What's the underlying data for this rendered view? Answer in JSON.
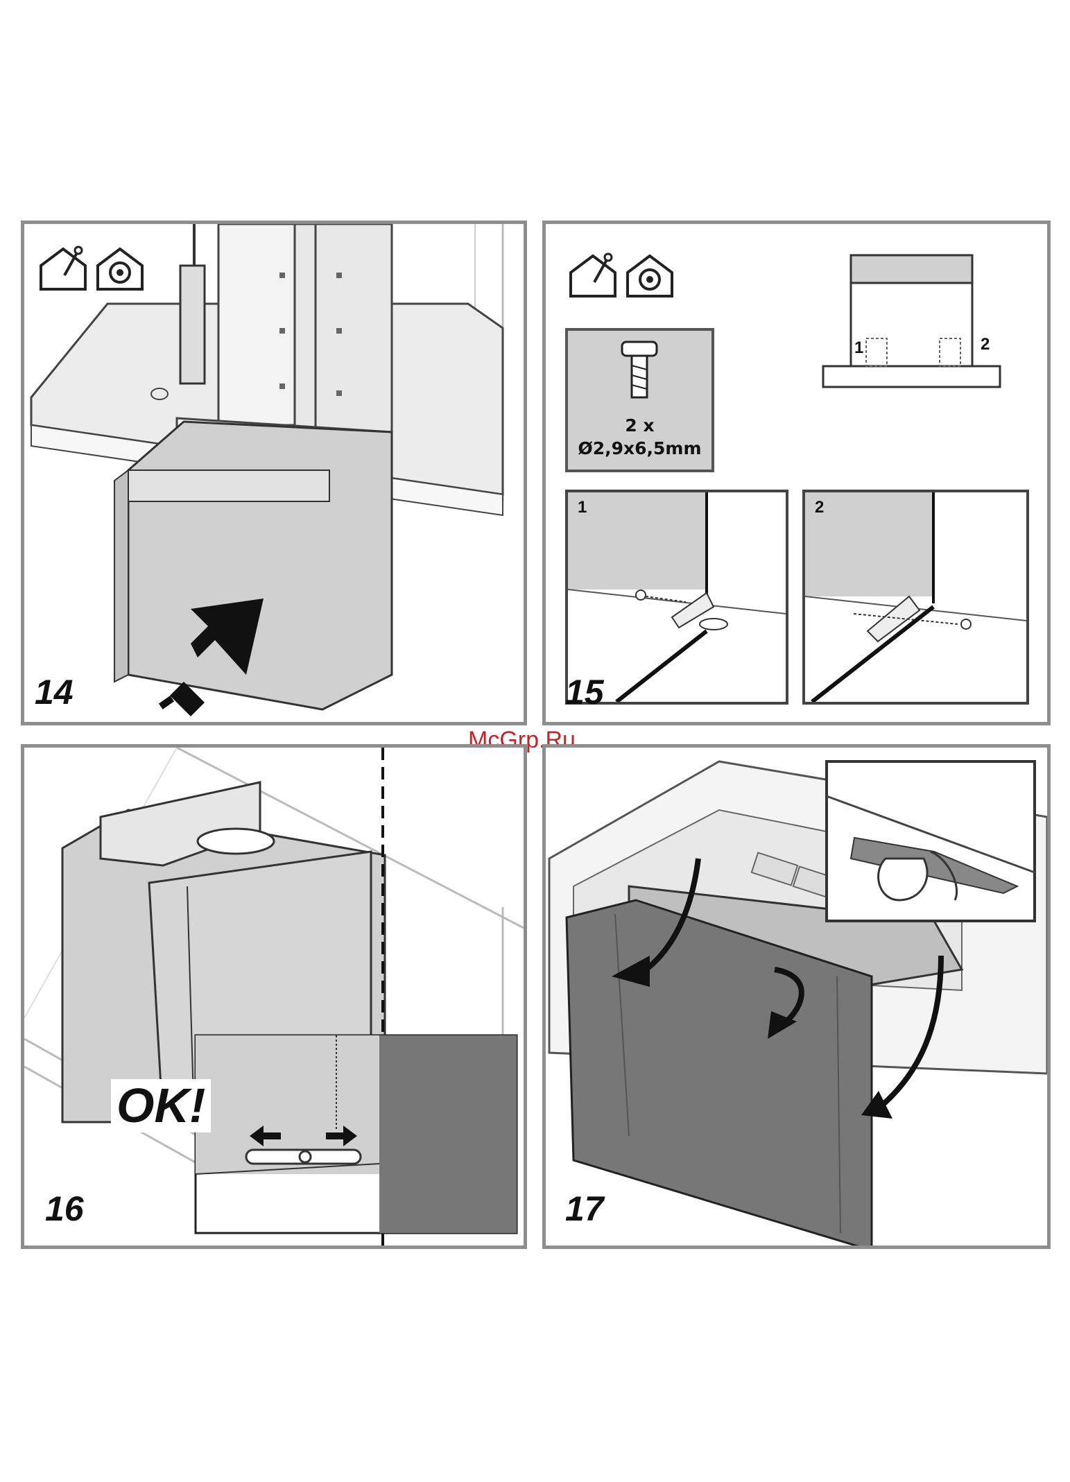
{
  "watermark": "McGrp.Ru",
  "panels": [
    {
      "step": "14",
      "icons": [
        "installation-house-icon",
        "ducted-mode-house-icon"
      ]
    },
    {
      "step": "15",
      "icons": [
        "installation-house-icon",
        "ducted-mode-house-icon"
      ],
      "screw": {
        "quantity": "2 x",
        "size": "Ø2,9x6,5mm"
      },
      "positions": [
        "1",
        "2"
      ],
      "subpanels": [
        "1",
        "2"
      ]
    },
    {
      "step": "16",
      "ok_text": "OK!"
    },
    {
      "step": "17"
    }
  ],
  "colors": {
    "frame": "#8e8e8e",
    "part_fill": "#d0d0d0",
    "dark_fill": "#777777",
    "watermark": "#c0272d"
  }
}
